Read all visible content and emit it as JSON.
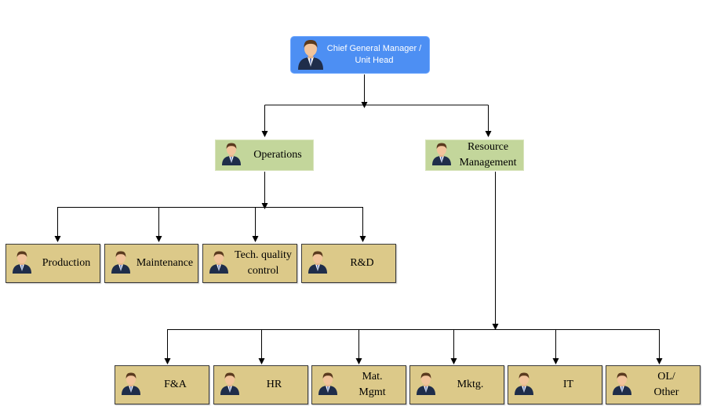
{
  "colors": {
    "root_fill": "#4d8ff3",
    "mid_fill": "#c3d69b",
    "leaf_fill": "#dcc989",
    "connector": "#000000"
  },
  "icons": {
    "node_icon": "person-icon"
  },
  "org": {
    "root": {
      "label": "Chief General Manager / Unit Head"
    },
    "operations": {
      "label": "Operations"
    },
    "resource": {
      "label": "Resource Management"
    },
    "operations_units": [
      {
        "label": "Production"
      },
      {
        "label": "Maintenance"
      },
      {
        "label": "Tech. quality control"
      },
      {
        "label": "R&D"
      }
    ],
    "resource_units": [
      {
        "label": "F&A"
      },
      {
        "label": "HR"
      },
      {
        "label": "Mat. Mgmt"
      },
      {
        "label": "Mktg."
      },
      {
        "label": "IT"
      },
      {
        "label": "OL/ Other"
      }
    ]
  }
}
